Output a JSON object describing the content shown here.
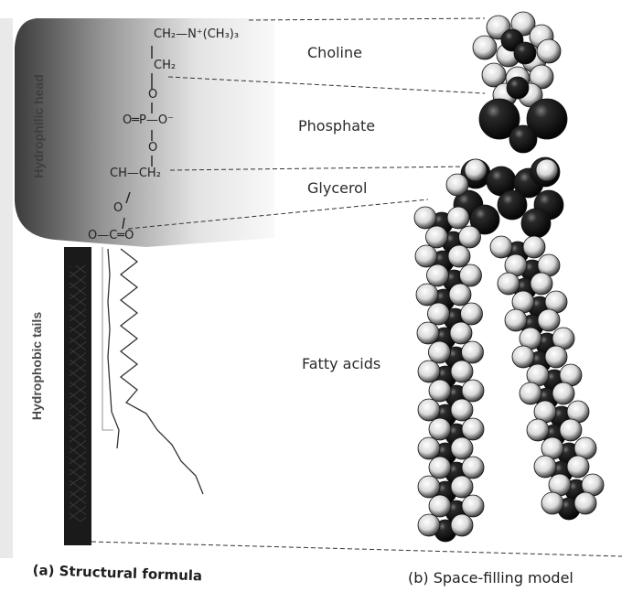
{
  "labels": {
    "choline": "Choline",
    "phosphate": "Phosphate",
    "glycerol": "Glycerol",
    "fatty_acids": "Fatty acids",
    "hydrophilic_head": "Hydrophilic head",
    "hydrophobic_tails": "Hydrophobic tails"
  },
  "structural_formula": {
    "choline_line": "CH₂—N⁺(CH₃)₃",
    "ch2": "CH₂",
    "o1": "O",
    "phosphate_line": "O═P—O⁻",
    "o2": "O",
    "glycerol_line": "CH—CH₂",
    "o3": "O",
    "ester_line": "O—C═O"
  },
  "captions": {
    "a": "(a) Structural formula",
    "b": "(b) Space-filling model"
  },
  "colors": {
    "ink": "#222222",
    "atom_dark": "#141414",
    "atom_light": "#f2f2f2",
    "head_shade": "#2a2a2a"
  }
}
